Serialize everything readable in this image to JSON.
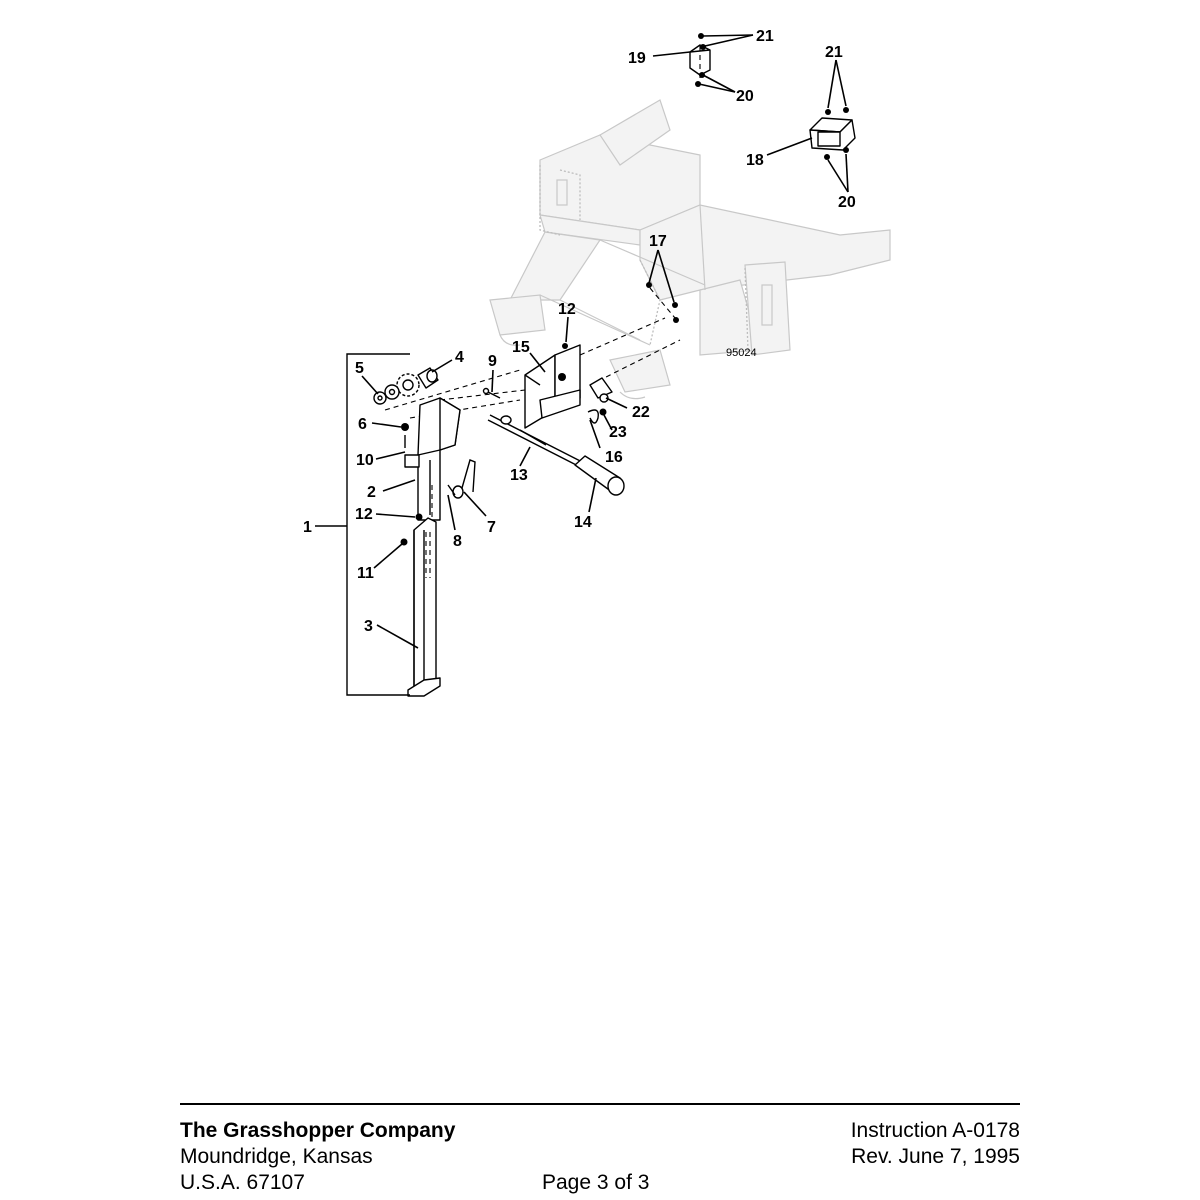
{
  "figure_code": "95024",
  "callouts": [
    "1",
    "2",
    "3",
    "4",
    "5",
    "6",
    "7",
    "8",
    "9",
    "10",
    "11",
    "12",
    "12",
    "13",
    "14",
    "15",
    "16",
    "17",
    "18",
    "19",
    "20",
    "20",
    "21",
    "21",
    "22",
    "23"
  ],
  "footer": {
    "company": "The Grasshopper Company",
    "city": "Moundridge, Kansas",
    "zip": "U.S.A. 67107",
    "page": "Page 3 of 3",
    "instruction": "Instruction A-0178",
    "revision": "Rev. June 7, 1995"
  }
}
